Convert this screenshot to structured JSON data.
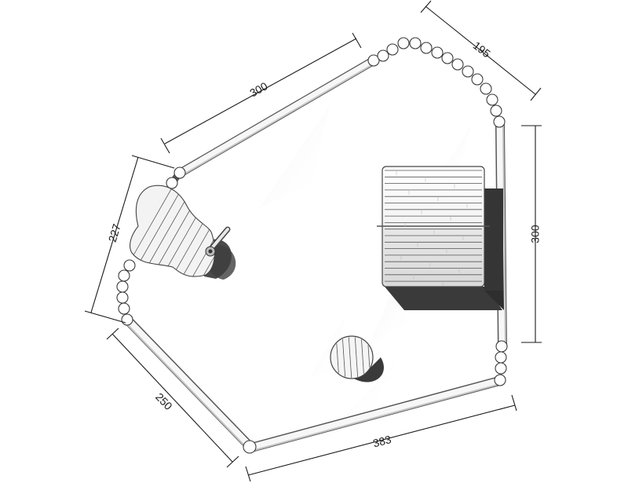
{
  "dimensions": {
    "top_left": "300",
    "top_right": "195",
    "right": "300",
    "left": "227",
    "bottom_left": "250",
    "bottom": "383"
  }
}
